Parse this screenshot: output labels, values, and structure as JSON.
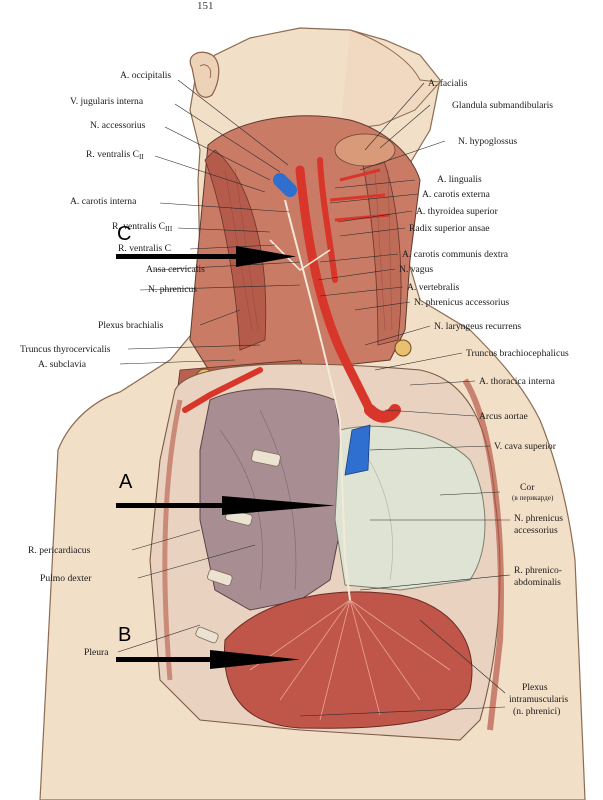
{
  "page_number": "151",
  "colors": {
    "skin": "#f2dfc8",
    "muscle": "#b85a48",
    "artery": "#d8362a",
    "vein": "#2e6fd0",
    "lung": "#a88e92",
    "pericardium": "#dfe3d4",
    "diaphragm": "#c0564a",
    "arrow": "#000000"
  },
  "markers": {
    "A": "A",
    "B": "B",
    "C": "C"
  },
  "labels": {
    "a_occipitalis": "A. occipitalis",
    "v_jugularis_interna": "V. jugularis interna",
    "n_accessorius": "N. accessorius",
    "r_ventralis_c2": "R. ventralis C",
    "r_ventralis_c2_sub": "II",
    "a_carotis_interna": "A. carotis interna",
    "r_ventralis_c3": "R. ventralis C",
    "r_ventralis_c3_sub": "III",
    "r_ventralis_c4": "R. ventralis C",
    "ansa_cervicalis": "Ansa cervicalis",
    "n_phrenicus": "N. phrenicus",
    "plexus_brachialis": "Plexus brachialis",
    "truncus_thyrocervicalis": "Truncus thyrocervicalis",
    "a_subclavia": "A. subclavia",
    "r_pericardiacus": "R. pericardiacus",
    "pulmo_dexter": "Pulmo dexter",
    "pleura": "Pleura",
    "a_facialis": "A. facialis",
    "glandula_submandibularis": "Glandula submandibularis",
    "n_hypoglossus": "N. hypoglossus",
    "a_lingualis": "A. lingualis",
    "a_carotis_externa": "A. carotis externa",
    "a_thyroidea_superior": "A. thyroidea superior",
    "radix_superior_ansae": "Radix superior ansae",
    "a_carotis_communis_dextra": "A. carotis communis dextra",
    "n_vagus": "N. vagus",
    "a_vertebralis": "A. vertebralis",
    "n_phrenicus_accessorius": "N. phrenicus accessorius",
    "n_laryngeus_recurrens": "N. laryngeus recurrens",
    "truncus_brachiocephalicus": "Truncus brachiocephalicus",
    "a_thoracica_interna": "A. thoracica interna",
    "arcus_aortae": "Arcus aortae",
    "v_cava_superior": "V. cava superior",
    "cor": "Cor",
    "cor_sub": "(в перикарде)",
    "n_phrenicus_acc_1": "N. phrenicus",
    "n_phrenicus_acc_2": "accessorius",
    "r_phrenico_1": "R. phrenico-",
    "r_phrenico_2": "abdominalis",
    "plexus_intra_1": "Plexus",
    "plexus_intra_2": "intramuscularis",
    "plexus_intra_3": "(n. phrenici)"
  }
}
